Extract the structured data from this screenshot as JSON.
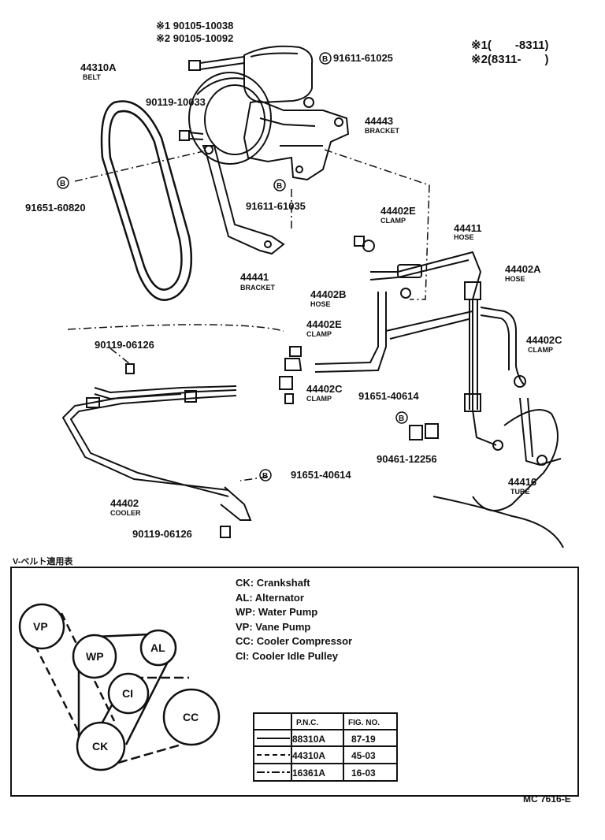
{
  "ranges": {
    "r1": "※1(　　-8311)",
    "r2": "※2(8311-　　)"
  },
  "parts": {
    "p1": "※1 90105-10038",
    "p2": "※2 90105-10092",
    "p3": "91611-61025",
    "p4": "44310A",
    "p4s": "BELT",
    "p5": "90119-10033",
    "p6": "44443",
    "p6s": "BRACKET",
    "p7": "91651-60820",
    "p8": "91611-61035",
    "p9": "44402E",
    "p9s": "CLAMP",
    "p10": "44411",
    "p10s": "HOSE",
    "p11": "44402A",
    "p11s": "HOSE",
    "p12": "44441",
    "p12s": "BRACKET",
    "p13": "44402B",
    "p13s": "HOSE",
    "p14": "44402E",
    "p14s": "CLAMP",
    "p15": "90119-06126",
    "p16": "44402C",
    "p16s": "CLAMP",
    "p17": "44402C",
    "p17s": "CLAMP",
    "p18": "91651-40614",
    "p19": "90461-12256",
    "p20": "91651-40614",
    "p21": "44416",
    "p21s": "TUBE",
    "p22": "44402",
    "p22s": "COOLER",
    "p23": "90119-06126",
    "circle_b": "B"
  },
  "belt_table": {
    "title": "V-ベルト適用表",
    "legend": [
      "CK: Crankshaft",
      "AL: Alternator",
      "WP: Water Pump",
      "VP: Vane Pump",
      "CC: Cooler Compressor",
      "CI: Cooler Idle Pulley"
    ],
    "pulleys": {
      "vp": "VP",
      "wp": "WP",
      "al": "AL",
      "ci": "CI",
      "cc": "CC",
      "ck": "CK"
    },
    "headers": {
      "pnc": "P.N.C.",
      "fig": "FIG. NO."
    },
    "rows": [
      {
        "pnc": "88310A",
        "fig": "87-19"
      },
      {
        "pnc": "44310A",
        "fig": "45-03"
      },
      {
        "pnc": "16361A",
        "fig": "16-03"
      }
    ]
  },
  "figure_code": "MC 7616-E"
}
